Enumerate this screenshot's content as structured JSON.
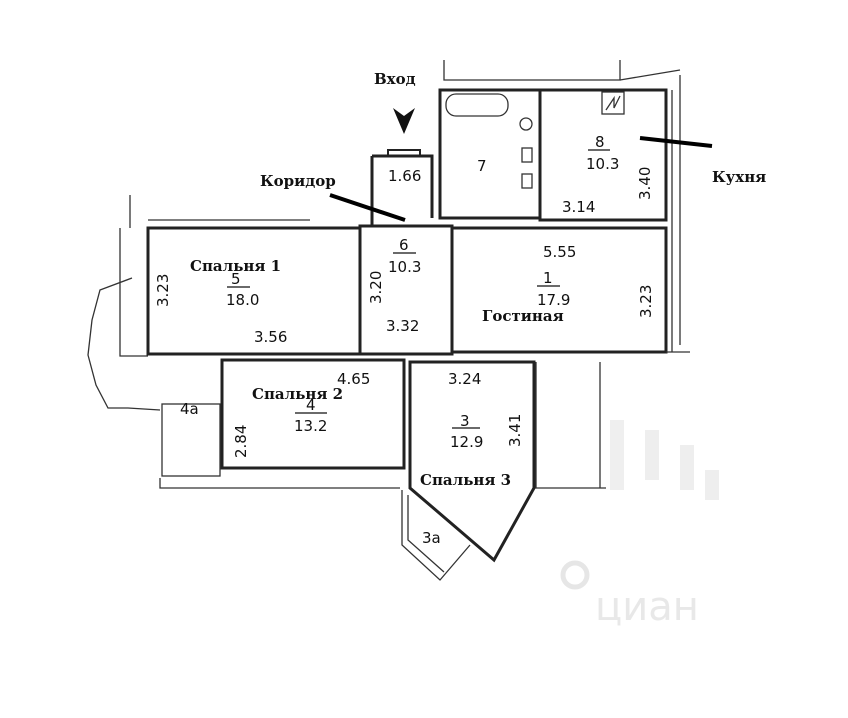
{
  "labels": {
    "entrance": "Вход",
    "corridor": "Коридор",
    "kitchen": "Кухня",
    "bedroom1": "Спальня 1",
    "bedroom2": "Спальня 2",
    "bedroom3": "Спальня 3",
    "living": "Гостиная"
  },
  "rooms": {
    "r1": {
      "num": "1",
      "area": "17.9",
      "w": "5.55",
      "h": "3.23"
    },
    "r3": {
      "num": "3",
      "area": "12.9",
      "w": "3.24",
      "h": "3.41"
    },
    "r3a": {
      "num": "3а"
    },
    "r4": {
      "num": "4",
      "area": "13.2",
      "w": "4.65",
      "h": "2.84"
    },
    "r4a": {
      "num": "4а"
    },
    "r5": {
      "num": "5",
      "area": "18.0",
      "w": "3.56",
      "h": "3.23"
    },
    "r6": {
      "num": "6",
      "area": "10.3",
      "w": "3.32",
      "h": "3.20"
    },
    "r7": {
      "num": "7"
    },
    "r8": {
      "num": "8",
      "area": "10.3",
      "w": "3.14",
      "h": "3.40"
    },
    "entry": {
      "w": "1.66"
    }
  },
  "watermark": "циан"
}
